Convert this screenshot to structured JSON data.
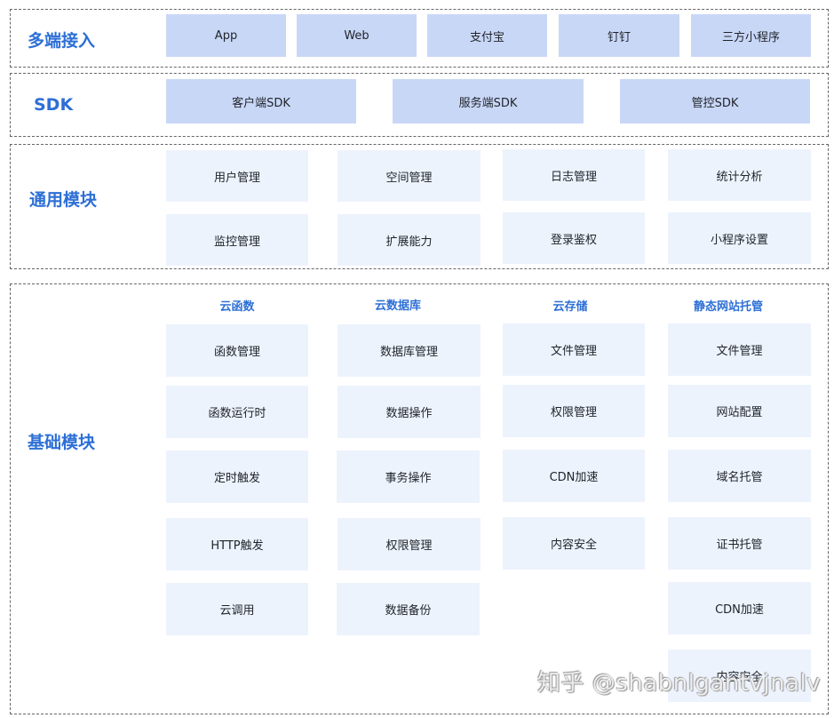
{
  "sections": {
    "access": {
      "title": "多端接入",
      "items": [
        "App",
        "Web",
        "支付宝",
        "钉钉",
        "三方小程序"
      ]
    },
    "sdk": {
      "title": "SDK",
      "items": [
        "客户端SDK",
        "服务端SDK",
        "管控SDK"
      ]
    },
    "common": {
      "title": "通用模块",
      "items": [
        "用户管理",
        "空间管理",
        "日志管理",
        "统计分析",
        "监控管理",
        "扩展能力",
        "登录鉴权",
        "小程序设置"
      ]
    },
    "base": {
      "title": "基础模块",
      "columns": [
        {
          "header": "云函数",
          "items": [
            "函数管理",
            "函数运行时",
            "定时触发",
            "HTTP触发",
            "云调用"
          ]
        },
        {
          "header": "云数据库",
          "items": [
            "数据库管理",
            "数据操作",
            "事务操作",
            "权限管理",
            "数据备份"
          ]
        },
        {
          "header": "云存储",
          "items": [
            "文件管理",
            "权限管理",
            "CDN加速",
            "内容安全"
          ]
        },
        {
          "header": "静态网站托管",
          "items": [
            "文件管理",
            "网站配置",
            "域名托管",
            "证书托管",
            "CDN加速",
            "内容安全"
          ]
        }
      ]
    }
  },
  "watermark": "知乎 @shabnlgantvjnalv",
  "colors": {
    "title_blue": "#2d6fd6",
    "access_box": "#c9d7f7",
    "light_box": "#edf3fd"
  }
}
